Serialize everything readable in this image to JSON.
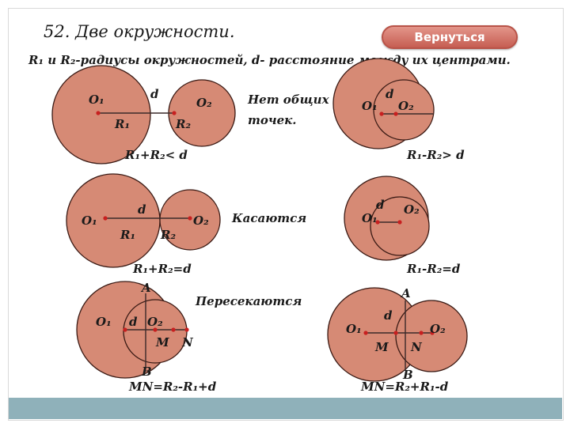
{
  "header": {
    "title": "52. Две окружности.",
    "back_button": "Вернуться",
    "subtitle": "R₁ и R₂-радиусы окружностей, d- расстояние между их центрами."
  },
  "labels": {
    "o1": "O₁",
    "o2": "O₂",
    "r1": "R₁",
    "r2": "R₂",
    "d": "d",
    "a": "A",
    "b": "B",
    "m": "M",
    "n": "N"
  },
  "captions": {
    "no_common": "Нет общих точек.",
    "no_common_line1": "Нет общих",
    "no_common_line2": "точек.",
    "touch": "Касаются",
    "intersect": "Пересекаются"
  },
  "formulas": {
    "sum_lt_d": "R₁+R₂< d",
    "diff_gt_d": "R₁-R₂> d",
    "sum_eq_d": "R₁+R₂=d",
    "diff_eq_d": "R₁-R₂=d",
    "mn_diff": "MN=R₂-R₁+d",
    "mn_sum": "MN=R₂+R₁-d"
  },
  "colors": {
    "circle_fill": "#d68a75",
    "accent": "#c65e52",
    "bottom_bar": "#8fb1ba"
  }
}
